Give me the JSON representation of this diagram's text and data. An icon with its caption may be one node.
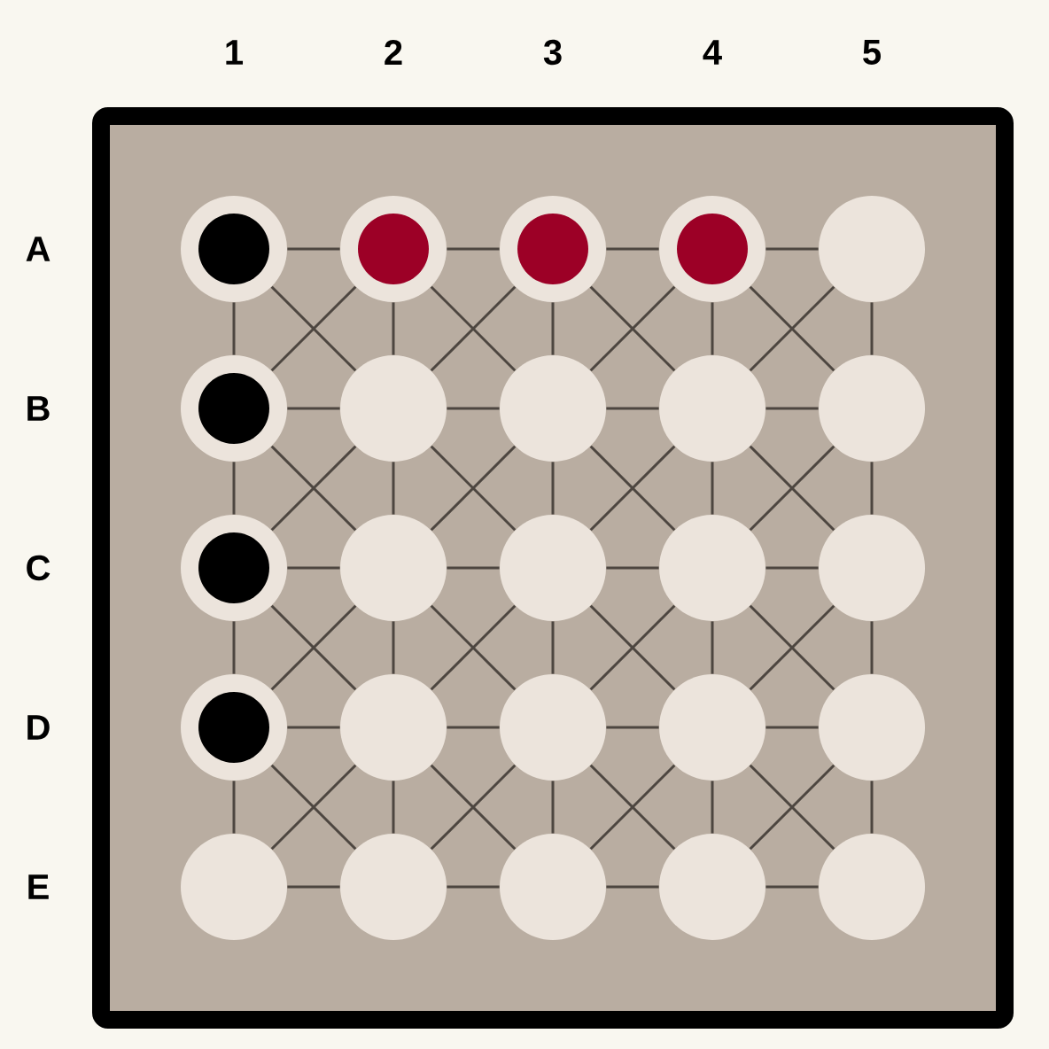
{
  "diagram": {
    "nodes": [
      {
        "text": [],
        "shape": "circle"
      },
      {
        "text": [],
        "shape": "circle",
        "in": 0
      },
      {
        "text": [],
        "shape": "circle"
      },
      {
        "text": [],
        "shape": "circle",
        "in": 2
      },
      {
        "text": [],
        "shape": "circle"
      },
      {
        "text": [],
        "shape": "circle",
        "in": 4
      },
      {
        "text": [],
        "shape": "circle"
      },
      {
        "text": [],
        "shape": "circle",
        "in": 6
      },
      {
        "text": [],
        "shape": "circle"
      },
      {
        "text": [],
        "shape": "circle"
      },
      {
        "text": [],
        "shape": "circle",
        "in": 9
      },
      {
        "text": [],
        "shape": "circle"
      },
      {
        "text": [],
        "shape": "circle"
      },
      {
        "text": [],
        "shape": "circle"
      },
      {
        "text": [],
        "shape": "circle"
      },
      {
        "text": [],
        "shape": "circle"
      },
      {
        "text": [],
        "shape": "circle",
        "in": 15
      },
      {
        "text": [],
        "shape": "circle"
      },
      {
        "text": [],
        "shape": "circle"
      },
      {
        "text": [],
        "shape": "circle"
      },
      {
        "text": [],
        "shape": "circle"
      },
      {
        "text": [],
        "shape": "circle"
      },
      {
        "text": [],
        "shape": "circle",
        "in": 21
      },
      {
        "text": [],
        "shape": "circle"
      },
      {
        "text": [],
        "shape": "circle"
      },
      {
        "text": [],
        "shape": "circle"
      },
      {
        "text": [],
        "shape": "circle"
      },
      {
        "text": [],
        "shape": "circle"
      },
      {
        "text": [],
        "shape": "circle"
      },
      {
        "text": [],
        "shape": "circle"
      },
      {
        "text": [],
        "shape": "circle"
      },
      {
        "text": [],
        "shape": "circle"
      }
    ],
    "edges": [
      {
        "from": 0,
        "to": 2,
        "arrow": "none"
      },
      {
        "from": 2,
        "to": 4,
        "arrow": "none"
      },
      {
        "from": 4,
        "to": 6,
        "arrow": "none"
      },
      {
        "from": 6,
        "to": 8,
        "arrow": "none"
      },
      {
        "from": 9,
        "to": 11,
        "arrow": "none"
      },
      {
        "from": 11,
        "to": 12,
        "arrow": "none"
      },
      {
        "from": 12,
        "to": 13,
        "arrow": "none"
      },
      {
        "from": 13,
        "to": 14,
        "arrow": "none"
      },
      {
        "from": 15,
        "to": 17,
        "arrow": "none"
      },
      {
        "from": 17,
        "to": 18,
        "arrow": "none"
      },
      {
        "from": 18,
        "to": 19,
        "arrow": "none"
      },
      {
        "from": 19,
        "to": 20,
        "arrow": "none"
      },
      {
        "from": 21,
        "to": 23,
        "arrow": "none"
      },
      {
        "from": 23,
        "to": 24,
        "arrow": "none"
      },
      {
        "from": 24,
        "to": 25,
        "arrow": "none"
      },
      {
        "from": 25,
        "to": 26,
        "arrow": "none"
      },
      {
        "from": 27,
        "to": 28,
        "arrow": "none"
      },
      {
        "from": 28,
        "to": 29,
        "arrow": "none"
      },
      {
        "from": 29,
        "to": 30,
        "arrow": "none"
      },
      {
        "from": 30,
        "to": 31,
        "arrow": "none"
      },
      {
        "from": 0,
        "to": 9,
        "arrow": "none"
      },
      {
        "from": 9,
        "to": 15,
        "arrow": "none"
      },
      {
        "from": 15,
        "to": 21,
        "arrow": "none"
      },
      {
        "from": 21,
        "to": 27,
        "arrow": "none"
      },
      {
        "from": 2,
        "to": 11,
        "arrow": "none"
      },
      {
        "from": 11,
        "to": 17,
        "arrow": "none"
      },
      {
        "from": 17,
        "to": 23,
        "arrow": "none"
      },
      {
        "from": 23,
        "to": 28,
        "arrow": "none"
      },
      {
        "from": 4,
        "to": 12,
        "arrow": "none"
      },
      {
        "from": 12,
        "to": 18,
        "arrow": "none"
      },
      {
        "from": 18,
        "to": 24,
        "arrow": "none"
      },
      {
        "from": 24,
        "to": 29,
        "arrow": "none"
      },
      {
        "from": 6,
        "to": 13,
        "arrow": "none"
      },
      {
        "from": 13,
        "to": 19,
        "arrow": "none"
      },
      {
        "from": 19,
        "to": 25,
        "arrow": "none"
      },
      {
        "from": 25,
        "to": 30,
        "arrow": "none"
      },
      {
        "from": 8,
        "to": 14,
        "arrow": "none"
      },
      {
        "from": 14,
        "to": 20,
        "arrow": "none"
      },
      {
        "from": 20,
        "to": 26,
        "arrow": "none"
      },
      {
        "from": 26,
        "to": 31,
        "arrow": "none"
      },
      {
        "from": 0,
        "to": 11,
        "arrow": "none"
      },
      {
        "from": 2,
        "to": 9,
        "arrow": "none"
      },
      {
        "from": 2,
        "to": 12,
        "arrow": "none"
      },
      {
        "from": 4,
        "to": 11,
        "arrow": "none"
      },
      {
        "from": 4,
        "to": 13,
        "arrow": "none"
      },
      {
        "from": 6,
        "to": 12,
        "arrow": "none"
      },
      {
        "from": 6,
        "to": 14,
        "arrow": "none"
      },
      {
        "from": 8,
        "to": 13,
        "arrow": "none"
      },
      {
        "from": 9,
        "to": 17,
        "arrow": "none"
      },
      {
        "from": 11,
        "to": 15,
        "arrow": "none"
      },
      {
        "from": 11,
        "to": 18,
        "arrow": "none"
      },
      {
        "from": 12,
        "to": 17,
        "arrow": "none"
      },
      {
        "from": 12,
        "to": 19,
        "arrow": "none"
      },
      {
        "from": 13,
        "to": 18,
        "arrow": "none"
      },
      {
        "from": 13,
        "to": 20,
        "arrow": "none"
      },
      {
        "from": 14,
        "to": 19,
        "arrow": "none"
      },
      {
        "from": 15,
        "to": 23,
        "arrow": "none"
      },
      {
        "from": 17,
        "to": 21,
        "arrow": "none"
      },
      {
        "from": 17,
        "to": 24,
        "arrow": "none"
      },
      {
        "from": 18,
        "to": 23,
        "arrow": "none"
      },
      {
        "from": 18,
        "to": 25,
        "arrow": "none"
      },
      {
        "from": 19,
        "to": 24,
        "arrow": "none"
      },
      {
        "from": 19,
        "to": 26,
        "arrow": "none"
      },
      {
        "from": 20,
        "to": 25,
        "arrow": "none"
      },
      {
        "from": 21,
        "to": 28,
        "arrow": "none"
      },
      {
        "from": 23,
        "to": 27,
        "arrow": "none"
      },
      {
        "from": 23,
        "to": 29,
        "arrow": "none"
      },
      {
        "from": 24,
        "to": 28,
        "arrow": "none"
      },
      {
        "from": 24,
        "to": 30,
        "arrow": "none"
      },
      {
        "from": 25,
        "to": 29,
        "arrow": "none"
      },
      {
        "from": 25,
        "to": 31,
        "arrow": "none"
      },
      {
        "from": 26,
        "to": 30,
        "arrow": "none"
      }
    ],
    "labels": [
      "1",
      "2",
      "3",
      "4",
      "5",
      "A",
      "B",
      "C",
      "D",
      "E"
    ]
  }
}
